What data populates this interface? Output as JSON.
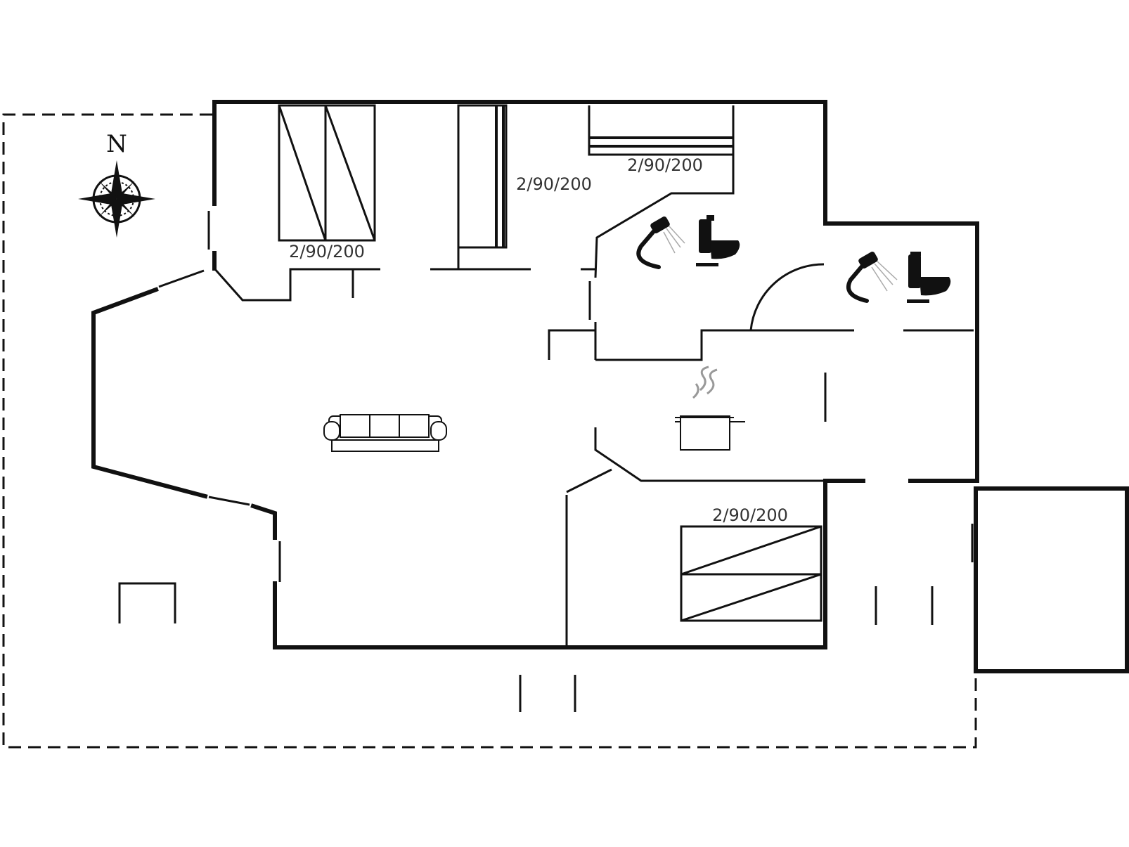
{
  "compass": {
    "north_label": "N",
    "icon": "compass-rose-icon"
  },
  "bed_labels": {
    "bedroom_1": "2/90/200",
    "bedroom_2": "2/90/200",
    "bedroom_3": "2/90/200",
    "bedroom_4": "2/90/200"
  },
  "icons": {
    "sofa": "sofa-icon",
    "cooking_pot": "cooking-pot-icon",
    "shower_1": "shower-icon",
    "toilet_1": "toilet-icon",
    "shower_2": "shower-icon",
    "toilet_2": "toilet-icon"
  },
  "colors": {
    "line": "#111111",
    "text": "#333333",
    "background": "#ffffff"
  }
}
